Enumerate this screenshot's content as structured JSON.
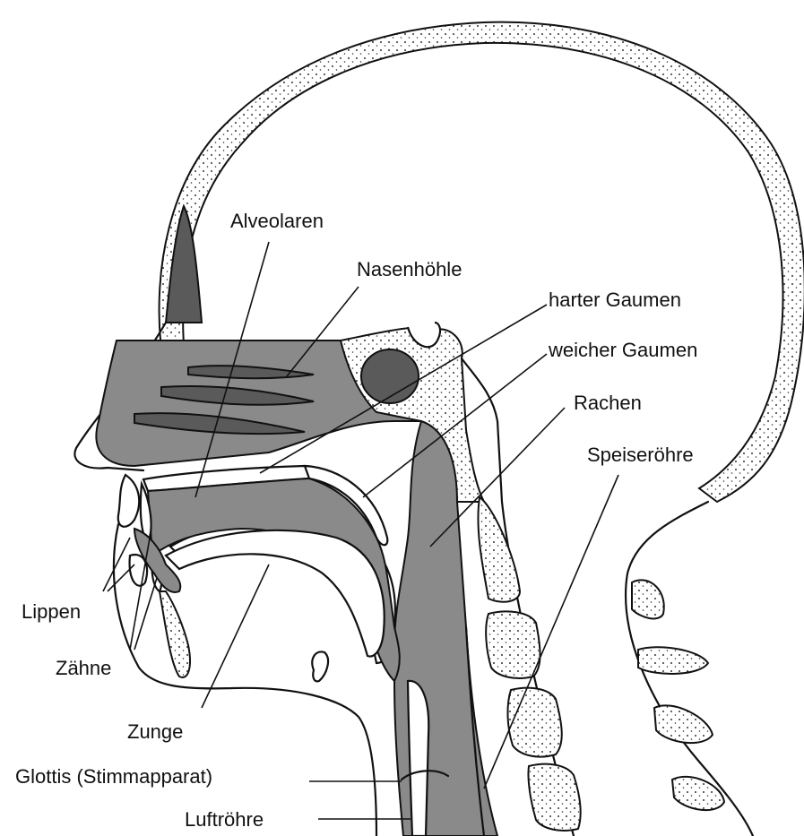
{
  "labels": {
    "alveolaren": "Alveolaren",
    "nasenhoehle": "Nasenhöhle",
    "harter_gaumen": "harter Gaumen",
    "weicher_gaumen": "weicher Gaumen",
    "rachen": "Rachen",
    "speiseroehre": "Speiseröhre",
    "lippen": "Lippen",
    "zaehne": "Zähne",
    "zunge": "Zunge",
    "glottis": "Glottis (Stimmapparat)",
    "luftroehre": "Luftröhre"
  },
  "colors": {
    "tissue": "#8a8a8a",
    "tissue_dark": "#5a5a5a",
    "ink": "#111111",
    "background": "#ffffff"
  }
}
